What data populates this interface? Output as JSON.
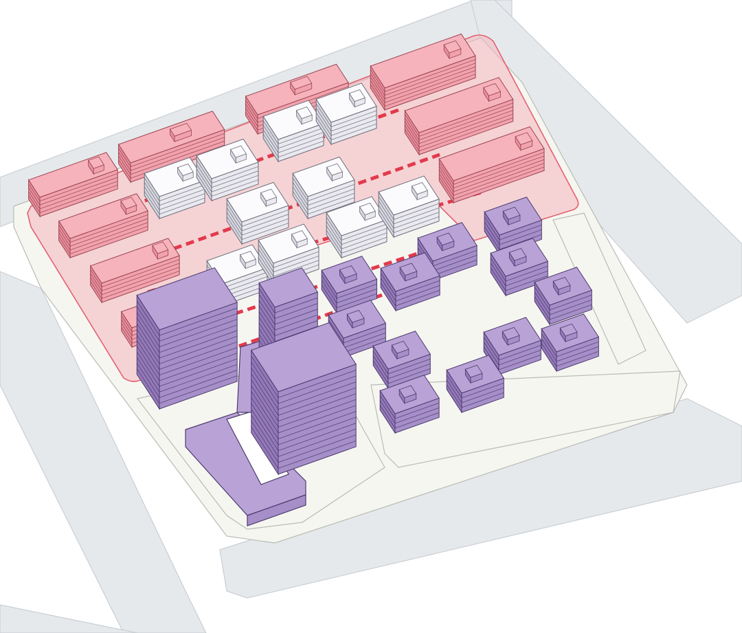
{
  "diagram": {
    "style": "isometric-site-massing",
    "colors": {
      "background": "#ffffff",
      "road": "#e6e9ec",
      "road_edge": "#c9ced3",
      "ground": "#f6f6f1",
      "site_line": "#b8bbb4",
      "zone_fill": "#f4b6bd",
      "zone_stroke": "#e4606f",
      "dash": "#e23a4c",
      "red_top": "#f6b3bc",
      "red_left": "#f0a2ad",
      "red_right": "#e78f9c",
      "red_line": "#9b4450",
      "white_top": "#fbfbfd",
      "white_left": "#e9e9ef",
      "white_right": "#d7d7e0",
      "white_line": "#6c6c7a",
      "purple_top": "#b9a2d6",
      "purple_left": "#a68fc8",
      "purple_right": "#9379b8",
      "purple_line": "#4c3a6e"
    },
    "zones": [
      {
        "name": "protected-perimeter-zone",
        "color_key": "zone_fill"
      }
    ],
    "building_groups": [
      {
        "name": "red-perimeter-blocks",
        "color_key": "red",
        "count": 10
      },
      {
        "name": "white-existing-blocks",
        "color_key": "white",
        "count": 11
      },
      {
        "name": "purple-new-low-blocks",
        "color_key": "purple",
        "count": 13
      },
      {
        "name": "purple-tower-complex",
        "color_key": "purple",
        "count": 3
      }
    ]
  }
}
